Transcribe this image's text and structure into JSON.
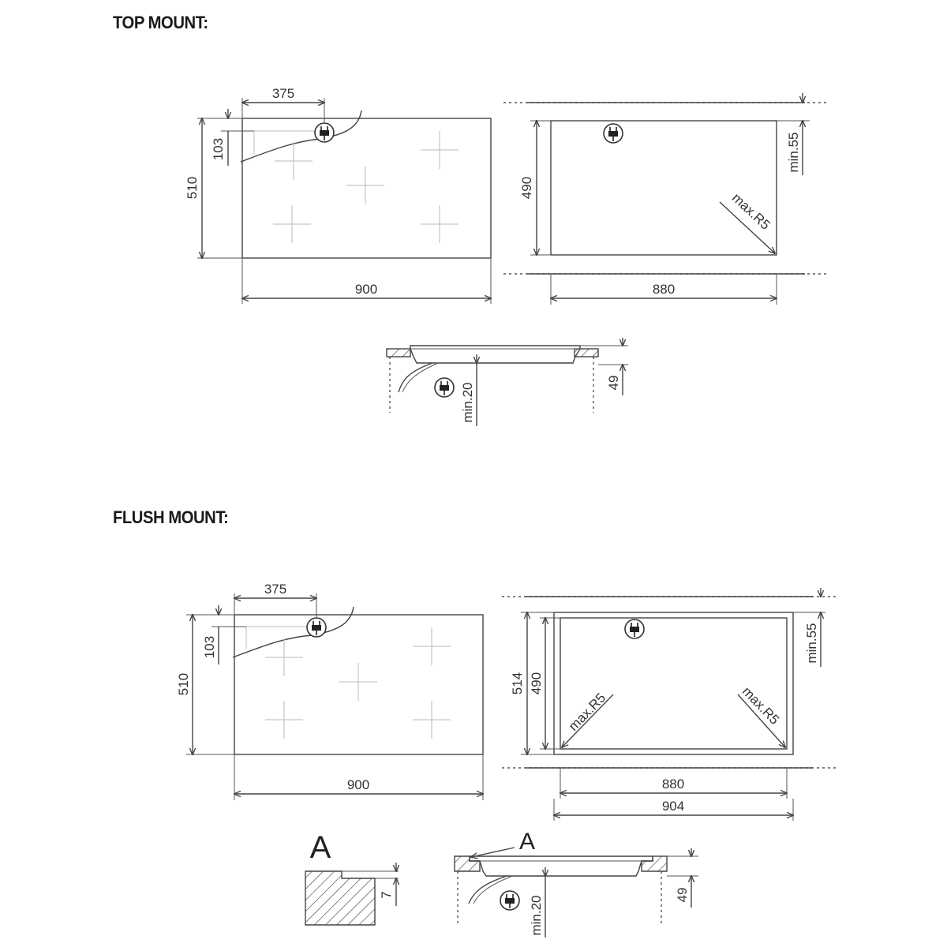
{
  "sections": {
    "top_mount": {
      "heading": "TOP MOUNT:"
    },
    "flush_mount": {
      "heading": "FLUSH MOUNT:"
    }
  },
  "dimensions": {
    "hob_width": "900",
    "hob_depth": "510",
    "plug_offset_x": "375",
    "plug_offset_y": "103",
    "cutout_width": "880",
    "cutout_depth": "490",
    "flush_recess_width": "904",
    "flush_recess_depth": "514",
    "min_rear_gap": "min.55",
    "max_corner_radius": "max.R5",
    "hob_height": "49",
    "min_clearance_below": "min.20",
    "recess_step": "7"
  },
  "detail_label": "A"
}
